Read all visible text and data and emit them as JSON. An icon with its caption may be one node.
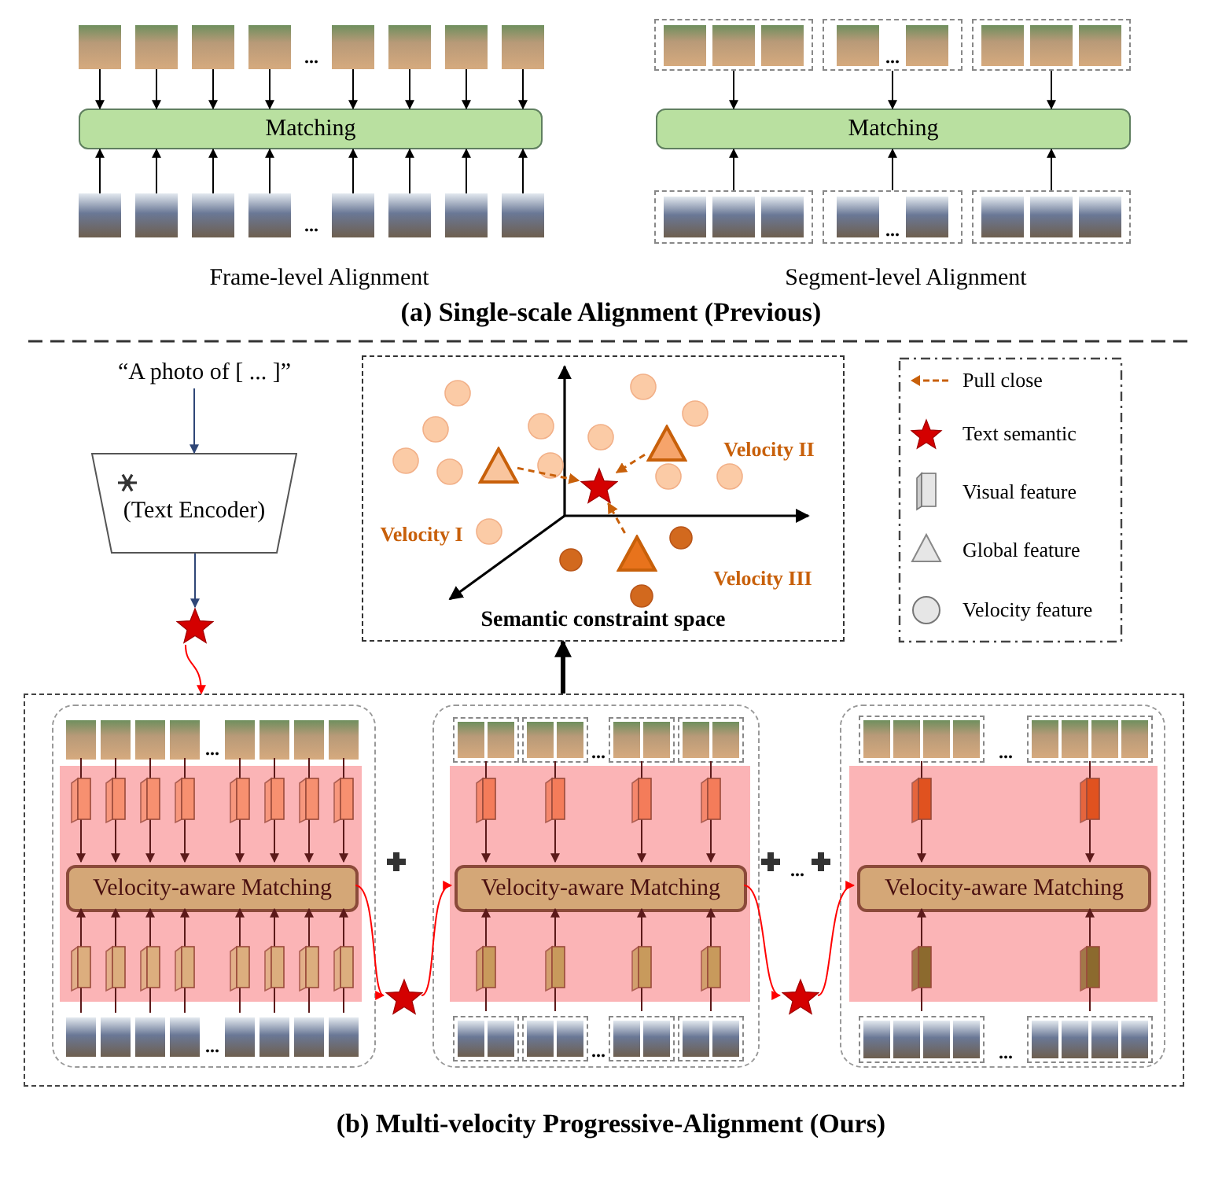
{
  "diagram": {
    "nodes": [
      {
        "text": [
          "..."
        ]
      },
      {
        "text": [
          "Matching"
        ]
      },
      {
        "text": [
          "..."
        ]
      },
      {
        "text": [],
        "shape": "picture"
      },
      {
        "text": [
          "..."
        ]
      },
      {
        "text": [],
        "shape": "picture"
      },
      {
        "text": [
          "Matching"
        ]
      },
      {
        "text": [],
        "shape": "picture"
      },
      {
        "text": [
          "..."
        ]
      },
      {
        "text": [],
        "shape": "picture"
      },
      {
        "text": [
          "“A photo of [ ... ]”"
        ]
      },
      {
        "text": [
          "(Text Encoder)"
        ]
      },
      {
        "text": [],
        "shape": "star"
      },
      {
        "text": [],
        "shape": "box"
      },
      {
        "text": [],
        "shape": "box",
        "in": 13
      },
      {
        "text": [
          "..."
        ],
        "in": 14
      },
      {
        "text": [
          "Velocity-aware Matching"
        ],
        "in": 14
      },
      {
        "text": [
          "..."
        ],
        "in": 14
      },
      {
        "text": [],
        "shape": "star",
        "in": 13
      },
      {
        "text": [],
        "shape": "box",
        "in": 13
      },
      {
        "text": [
          "..."
        ],
        "in": 19
      },
      {
        "text": [
          "Velocity-aware Matching"
        ],
        "in": 19
      },
      {
        "text": [
          "..."
        ],
        "in": 19
      },
      {
        "text": [],
        "shape": "star",
        "in": 13
      },
      {
        "text": [],
        "shape": "box",
        "in": 13
      },
      {
        "text": [
          "..."
        ],
        "in": 24
      },
      {
        "text": [
          "Velocity-aware Matching"
        ],
        "in": 24
      },
      {
        "text": [
          "..."
        ],
        "in": 24
      },
      {
        "text": [
          "Semantic constraint space"
        ]
      },
      {
        "text": [],
        "shape": "triangle",
        "in": 28
      },
      {
        "text": [],
        "shape": "triangle",
        "in": 28
      },
      {
        "text": [],
        "shape": "triangle",
        "in": 28
      },
      {
        "text": [],
        "shape": "star",
        "in": 28
      }
    ],
    "edges": [
      {
        "from": 0,
        "to": 1,
        "arrow": "to",
        "color": "#000000"
      },
      {
        "from": 0,
        "to": 1,
        "arrow": "to",
        "color": "#000000"
      },
      {
        "from": 0,
        "to": 1,
        "arrow": "to",
        "color": "#000000"
      },
      {
        "from": 0,
        "to": 1,
        "arrow": "to",
        "color": "#000000"
      },
      {
        "from": 0,
        "to": 1,
        "arrow": "to",
        "color": "#000000"
      },
      {
        "from": 0,
        "to": 1,
        "arrow": "to",
        "color": "#000000"
      },
      {
        "from": 0,
        "to": 1,
        "arrow": "to",
        "color": "#000000"
      },
      {
        "from": 0,
        "to": 1,
        "arrow": "to",
        "color": "#000000"
      },
      {
        "from": 2,
        "to": 1,
        "arrow": "to",
        "color": "#000000"
      },
      {
        "from": 2,
        "to": 1,
        "arrow": "to",
        "color": "#000000"
      },
      {
        "from": 2,
        "to": 1,
        "arrow": "to",
        "color": "#000000"
      },
      {
        "from": 2,
        "to": 1,
        "arrow": "to",
        "color": "#000000"
      },
      {
        "from": 2,
        "to": 1,
        "arrow": "to",
        "color": "#000000"
      },
      {
        "from": 2,
        "to": 1,
        "arrow": "to",
        "color": "#000000"
      },
      {
        "from": 2,
        "to": 1,
        "arrow": "to",
        "color": "#000000"
      },
      {
        "from": 2,
        "to": 1,
        "arrow": "to",
        "color": "#000000"
      },
      {
        "from": 3,
        "to": 6,
        "arrow": "to",
        "color": "#000000"
      },
      {
        "from": 4,
        "to": 6,
        "arrow": "to",
        "color": "#000000"
      },
      {
        "from": 5,
        "to": 6,
        "arrow": "to",
        "color": "#000000"
      },
      {
        "from": 7,
        "to": 6,
        "arrow": "to",
        "color": "#000000"
      },
      {
        "from": 8,
        "to": 6,
        "arrow": "to",
        "color": "#000000"
      },
      {
        "from": 9,
        "to": 6,
        "arrow": "to",
        "color": "#000000"
      },
      {
        "from": 10,
        "to": 11,
        "arrow": "to",
        "color": "#2f4677"
      },
      {
        "from": 11,
        "to": 12,
        "arrow": "to",
        "color": "#2f4677"
      },
      {
        "from": 12,
        "to": 13,
        "arrow": "to",
        "color": "#ff0000"
      },
      {
        "from": 15,
        "to": 16,
        "arrow": "to"
      },
      {
        "from": 15,
        "to": 16,
        "arrow": "to"
      },
      {
        "from": 15,
        "to": 16,
        "arrow": "to"
      },
      {
        "from": 15,
        "to": 16,
        "arrow": "to"
      },
      {
        "from": 15,
        "to": 16,
        "arrow": "to"
      },
      {
        "from": 15,
        "to": 16,
        "arrow": "to"
      },
      {
        "from": 15,
        "to": 16,
        "arrow": "to"
      },
      {
        "from": 15,
        "to": 16,
        "arrow": "to"
      },
      {
        "from": 17,
        "to": 16,
        "arrow": "to"
      },
      {
        "from": 17,
        "to": 16,
        "arrow": "to"
      },
      {
        "from": 17,
        "to": 16,
        "arrow": "to"
      },
      {
        "from": 17,
        "to": 16,
        "arrow": "to"
      },
      {
        "from": 17,
        "to": 16,
        "arrow": "to"
      },
      {
        "from": 17,
        "to": 16,
        "arrow": "to"
      },
      {
        "from": 17,
        "to": 16,
        "arrow": "to"
      },
      {
        "from": 17,
        "to": 16,
        "arrow": "to"
      },
      {
        "from": 16,
        "to": 18,
        "arrow": "to",
        "color": "#ff0000"
      },
      {
        "from": 20,
        "to": 21,
        "arrow": "to"
      },
      {
        "from": 20,
        "to": 21,
        "arrow": "to"
      },
      {
        "from": 20,
        "to": 21,
        "arrow": "to"
      },
      {
        "from": 20,
        "to": 21,
        "arrow": "to"
      },
      {
        "from": 22,
        "to": 21,
        "arrow": "to"
      },
      {
        "from": 22,
        "to": 21,
        "arrow": "to"
      },
      {
        "from": 22,
        "to": 21,
        "arrow": "to"
      },
      {
        "from": 22,
        "to": 21,
        "arrow": "to"
      },
      {
        "from": 18,
        "to": 21,
        "arrow": "to",
        "color": "#ff0000"
      },
      {
        "from": 21,
        "to": 23,
        "arrow": "to",
        "color": "#ff0000"
      },
      {
        "from": 25,
        "to": 26,
        "arrow": "to"
      },
      {
        "from": 25,
        "to": 26,
        "arrow": "to"
      },
      {
        "from": 27,
        "to": 26,
        "arrow": "to"
      },
      {
        "from": 27,
        "to": 26,
        "arrow": "to"
      },
      {
        "from": 23,
        "to": 26,
        "arrow": "to",
        "color": "#ff0000"
      },
      {
        "from": 13,
        "to": 28,
        "arrow": "to",
        "style": "thick",
        "color": "#000000"
      },
      {
        "from": 29,
        "to": 32,
        "arrow": "to",
        "style": "dashed",
        "color": "#c8600a"
      },
      {
        "from": 30,
        "to": 32,
        "arrow": "to",
        "style": "dashed",
        "color": "#c8600a"
      },
      {
        "from": 31,
        "to": 32,
        "arrow": "to",
        "style": "dashed",
        "color": "#c8600a"
      }
    ],
    "labels": [
      "Frame-level Alignment",
      "Segment-level Alignment",
      "(a) Single-scale Alignment (Previous)",
      "Velocity I",
      "Velocity II",
      "Velocity III",
      "...",
      "(b) Multi-velocity Progressive-Alignment (Ours)"
    ],
    "legend": [
      {
        "text": "Pull close"
      },
      {
        "text": "Text semantic"
      },
      {
        "text": "Visual feature"
      },
      {
        "text": "Global feature"
      },
      {
        "text": "Velocity feature"
      }
    ]
  }
}
